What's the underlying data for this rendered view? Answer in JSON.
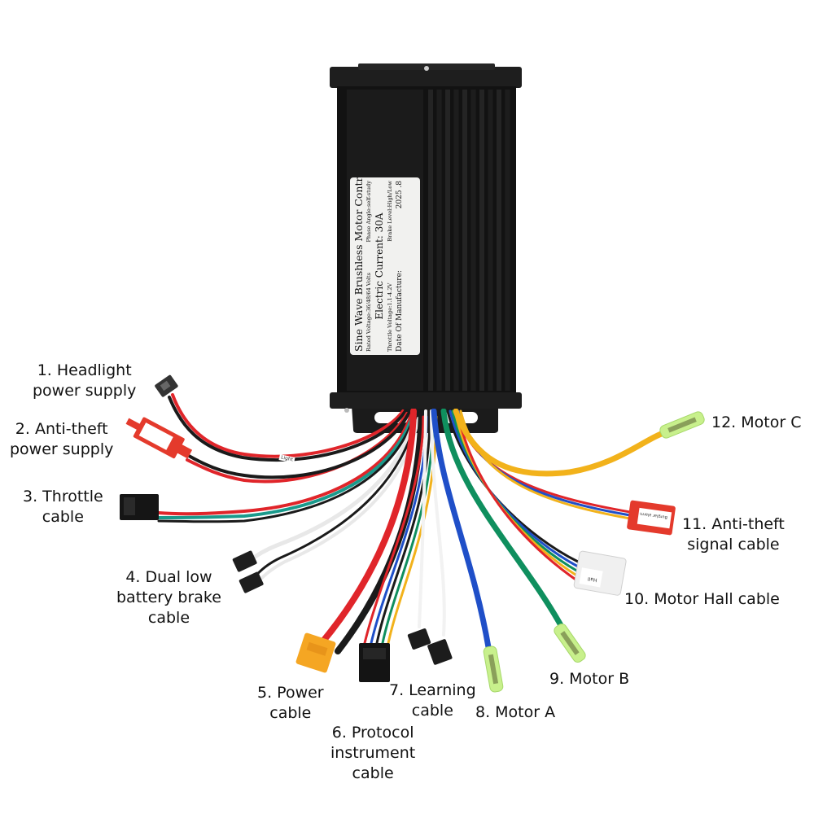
{
  "diagram": {
    "subject": "Sine Wave Brushless Motor Controller wiring diagram",
    "colors": {
      "background": "#ffffff",
      "controller_body": "#151515",
      "label_background": "#f1f1ef",
      "red_wire": "#e0252a",
      "black_wire": "#1a1a1a",
      "yellow_wire": "#f2b21b",
      "green_wire": "#0f8f5e",
      "blue_wire": "#1f4fc8",
      "white_wire": "#f2f2f2",
      "teal_wire": "#1a9a8c",
      "xt_connector": "#f5a623",
      "red_connector": "#e43a2c",
      "motor_terminal": "#c8f08c"
    },
    "controller_label": {
      "title": "Sine Wave Brushless  Motor Controller",
      "rated_voltage": "Rated Voltage:36/48/64 Volts",
      "phase_angle": "Phase Angle:self-study",
      "electric_current": "Electric Current: 30A",
      "throttle_voltage": "Throttle Voltage:1.1-4.2V",
      "brake_level": "Brake Level:High/Low",
      "date_label": "Date Of Manufacture:",
      "date_value": "2025 .8"
    },
    "wire_tags": {
      "light": "Light",
      "hall": "Hall",
      "burglar_alarm": "Burglar alarm"
    },
    "callouts": [
      {
        "id": 1,
        "lines": [
          "1. Headlight",
          "power supply"
        ]
      },
      {
        "id": 2,
        "lines": [
          "2. Anti-theft",
          "power supply"
        ]
      },
      {
        "id": 3,
        "lines": [
          "3. Throttle",
          "cable"
        ]
      },
      {
        "id": 4,
        "lines": [
          "4. Dual low",
          "battery brake",
          "cable"
        ]
      },
      {
        "id": 5,
        "lines": [
          "5. Power",
          "cable"
        ]
      },
      {
        "id": 6,
        "lines": [
          "6. Protocol",
          "instrument",
          "cable"
        ]
      },
      {
        "id": 7,
        "lines": [
          "7. Learning",
          "cable"
        ]
      },
      {
        "id": 8,
        "lines": [
          "8. Motor A"
        ]
      },
      {
        "id": 9,
        "lines": [
          "9. Motor B"
        ]
      },
      {
        "id": 10,
        "lines": [
          "10. Motor Hall cable"
        ]
      },
      {
        "id": 11,
        "lines": [
          "11. Anti-theft",
          "signal cable"
        ]
      },
      {
        "id": 12,
        "lines": [
          "12. Motor C"
        ]
      }
    ]
  }
}
